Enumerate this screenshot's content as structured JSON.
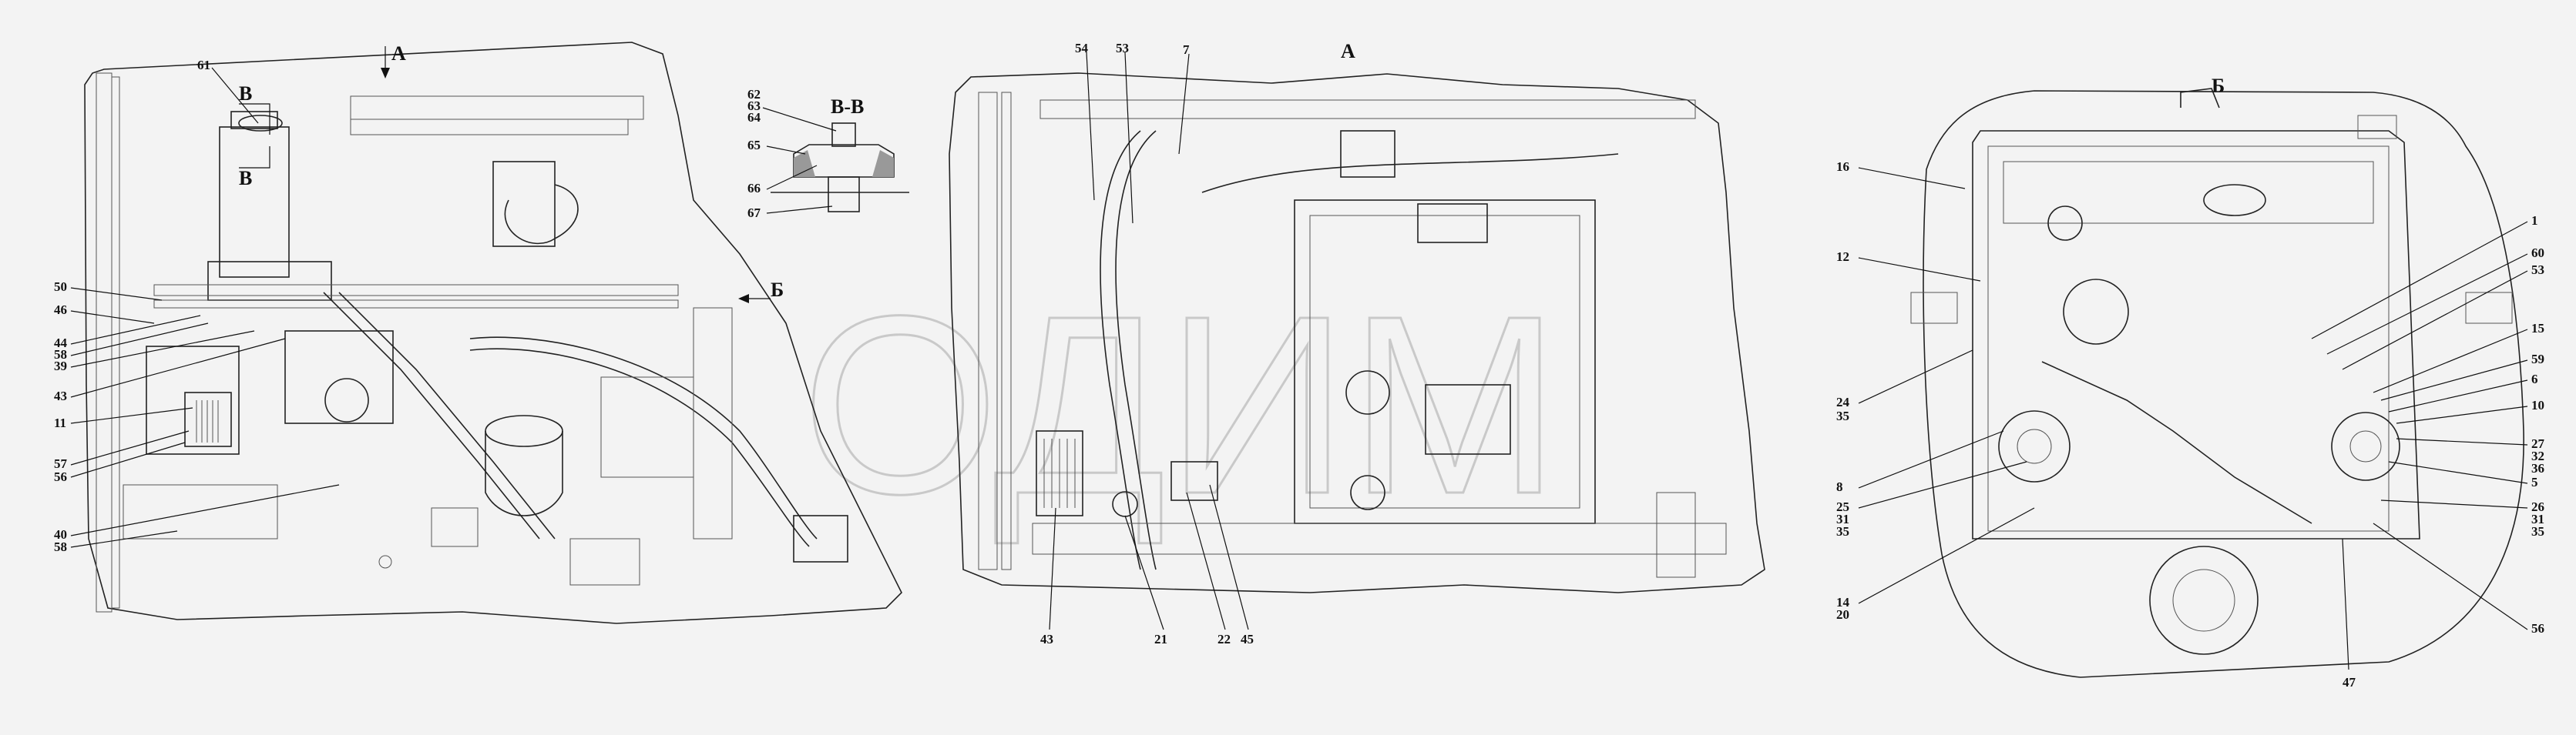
{
  "views": {
    "left": {
      "arrow_a": "А",
      "arrow_b": "Б",
      "section_b_top": "В",
      "section_b_bottom": "В",
      "labels": {
        "c61": "61",
        "c50": "50",
        "c46": "46",
        "c44": "44",
        "c58a": "58",
        "c39": "39",
        "c43": "43",
        "c11": "11",
        "c57": "57",
        "c56": "56",
        "c40": "40",
        "c58b": "58"
      }
    },
    "section": {
      "title": "В-В",
      "labels": {
        "c62": "62",
        "c63": "63",
        "c64": "64",
        "c65": "65",
        "c66": "66",
        "c67": "67"
      }
    },
    "center": {
      "title": "А",
      "labels": {
        "c54": "54",
        "c53": "53",
        "c7": "7",
        "c43": "43",
        "c21": "21",
        "c22": "22",
        "c45": "45"
      }
    },
    "right": {
      "title": "Б",
      "labels": {
        "c16": "16",
        "c12": "12",
        "c24": "24",
        "c35a": "35",
        "c8": "8",
        "c25": "25",
        "c31a": "31",
        "c35b": "35",
        "c14": "14",
        "c20": "20",
        "c1": "1",
        "c60": "60",
        "c53": "53",
        "c15": "15",
        "c59": "59",
        "c6": "6",
        "c10": "10",
        "c27": "27",
        "c32": "32",
        "c36": "36",
        "c5": "5",
        "c26": "26",
        "c31b": "31",
        "c35c": "35",
        "c56": "56",
        "c47": "47"
      }
    }
  },
  "watermark": "ОДИМ"
}
